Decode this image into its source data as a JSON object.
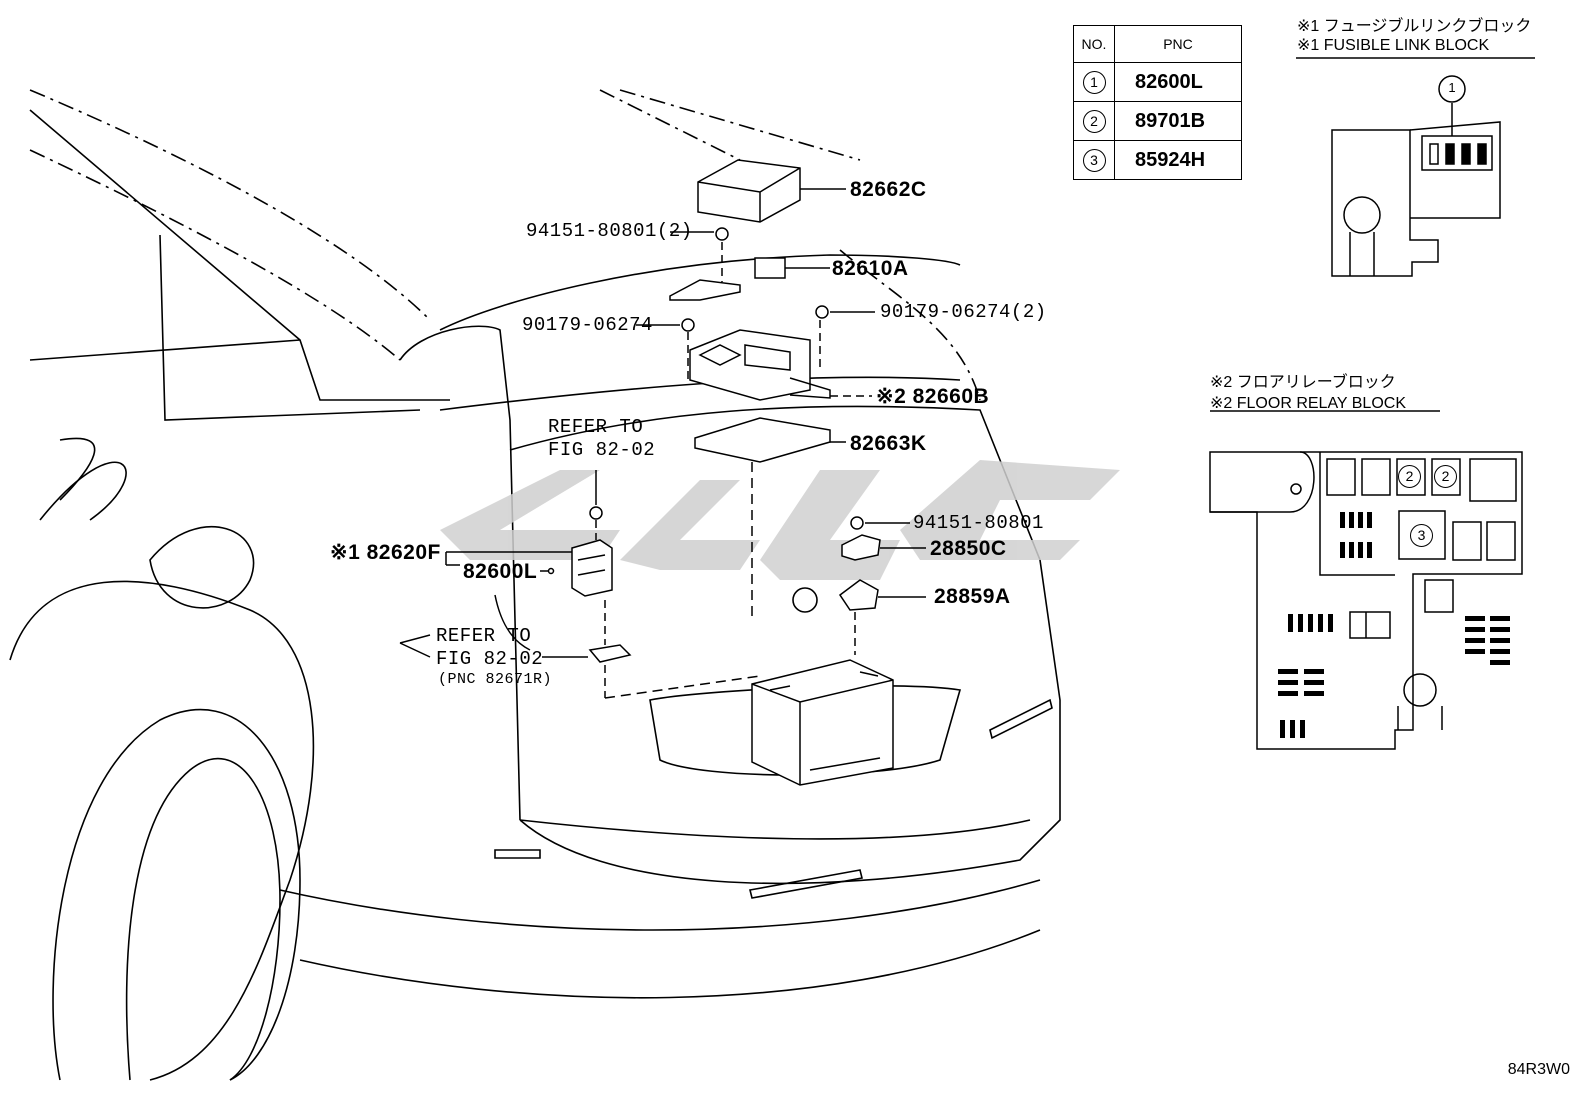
{
  "pnc_table": {
    "header_no": "NO.",
    "header_pnc": "PNC",
    "rows": [
      {
        "no": "1",
        "pnc": "82600L"
      },
      {
        "no": "2",
        "pnc": "89701B"
      },
      {
        "no": "3",
        "pnc": "85924H"
      }
    ]
  },
  "fusible_block": {
    "title_jp": "※1 フュージブルリンクブロック",
    "title_en": "※1 FUSIBLE LINK BLOCK",
    "marker": "1"
  },
  "floor_relay_block": {
    "title_jp": "※2 フロアリレーブロック",
    "title_en": "※2 FLOOR RELAY BLOCK",
    "markers": [
      "2",
      "2",
      "3"
    ]
  },
  "labels": {
    "p82662C": "82662C",
    "p94151_2": "94151-80801(2)",
    "p82610A": "82610A",
    "p90179": "90179-06274",
    "p90179_2": "90179-06274(2)",
    "p82660B": "※2 82660B",
    "p82663K": "82663K",
    "refer1_a": "REFER TO",
    "refer1_b": "FIG 82-02",
    "p94151": "94151-80801",
    "p28850C": "28850C",
    "p82620F": "※1 82620F",
    "p82600L": "82600L",
    "p28859A": "28859A",
    "refer2_a": "REFER TO",
    "refer2_b": "FIG 82-02",
    "refer2_c": "(PNC 82671R)"
  },
  "diagram_code": "84R3W0"
}
